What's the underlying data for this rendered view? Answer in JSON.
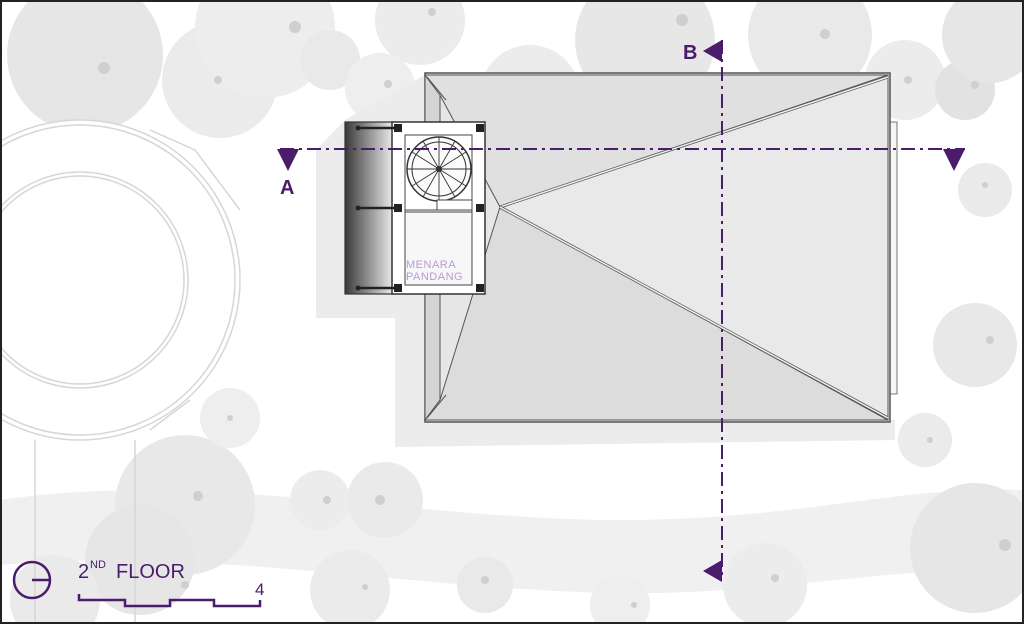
{
  "drawing": {
    "section_markers": {
      "a": "A",
      "b": "B"
    },
    "room_label_line1": "MENARA",
    "room_label_line2": "PANDANG",
    "floor_ordinal": "2",
    "floor_suffix": "ND",
    "floor_word": "FLOOR",
    "scale_number": "4"
  },
  "colors": {
    "accent": "#4a1c6b",
    "room_label": "#b79bd6",
    "tree_fill": "#e4e4e4",
    "roof_fill": "#e8e8e8",
    "shadow_fill": "#ebebeb",
    "outline": "#555555"
  },
  "icons": {
    "section_arrow": "triangle-marker-icon",
    "north": "north-arrow-icon",
    "stair": "spiral-stair-icon"
  }
}
